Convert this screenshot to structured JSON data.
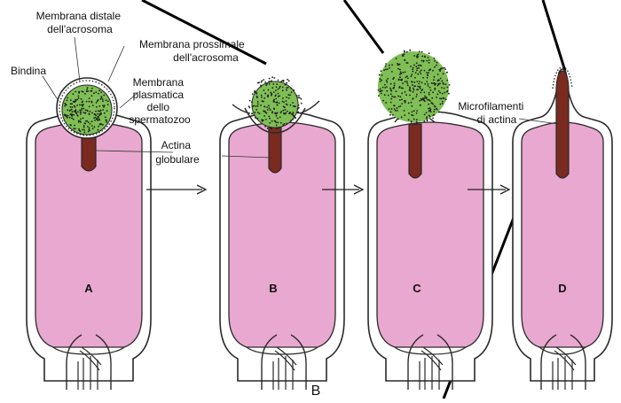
{
  "labels": {
    "distal_membrane": [
      "Membrana distale",
      "dell'acrosoma"
    ],
    "proximal_membrane": [
      "Membrana prossimale",
      "dell'acrosoma"
    ],
    "bindin": "Bindina",
    "plasma_membrane": [
      "Membrana",
      "plasmatica",
      "dello",
      "spermatozoo"
    ],
    "globular_actin": [
      "Actina",
      "globulare"
    ],
    "actin_microfilaments": [
      "Microfilamenti",
      "di actina"
    ]
  },
  "stages": [
    "A",
    "B",
    "C",
    "D"
  ],
  "figure_letter": "B",
  "colors": {
    "nucleus": "#e9a8cf",
    "acrosome_vesicle": "#7fbf55",
    "actin": "#7a2a1e",
    "outline": "#2a2a2a"
  }
}
